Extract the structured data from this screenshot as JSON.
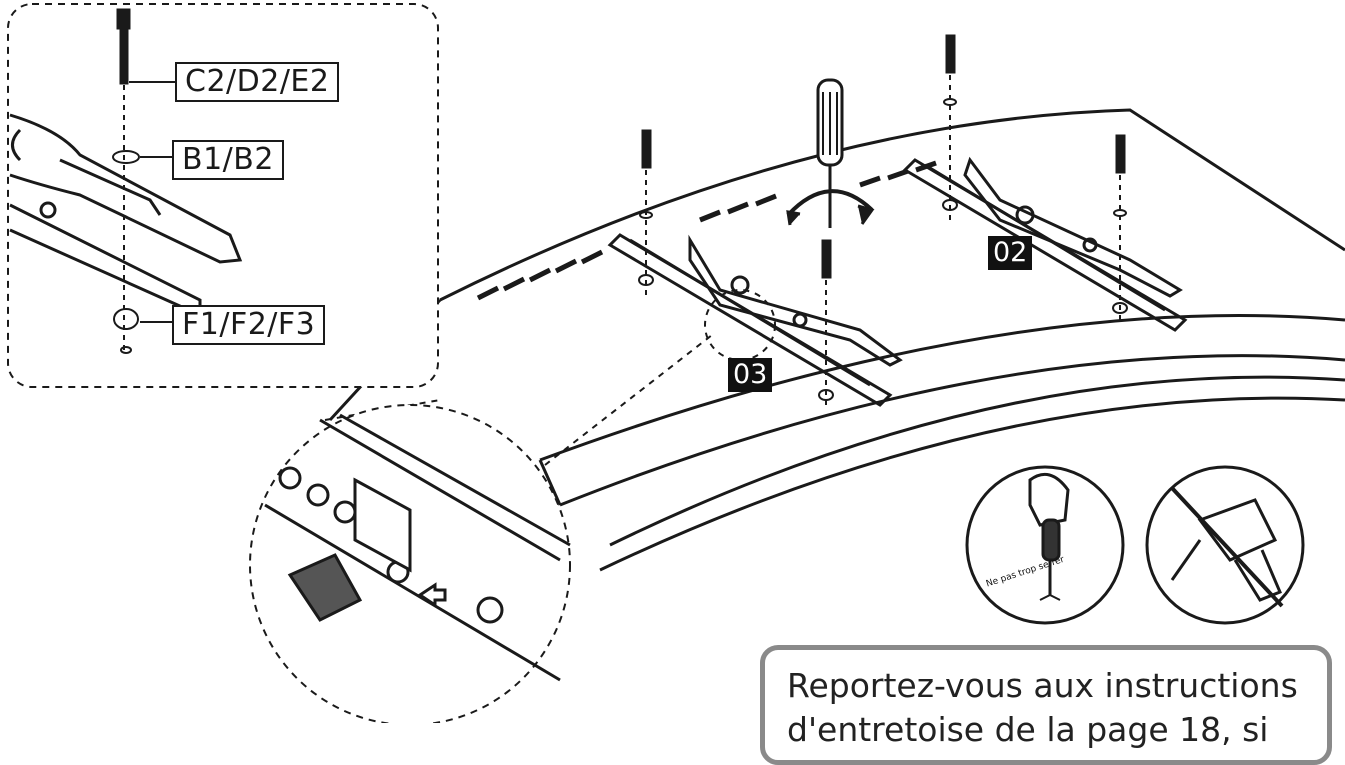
{
  "labels": {
    "screw": "C2/D2/E2",
    "washer": "B1/B2",
    "spacer": "F1/F2/F3",
    "step_right": "02",
    "step_left": "03",
    "caution": "Ne pas trop serrer"
  },
  "note": {
    "lines": [
      "Reportez-vous aux instructions",
      "d'entretoise de la page 18, si"
    ]
  }
}
